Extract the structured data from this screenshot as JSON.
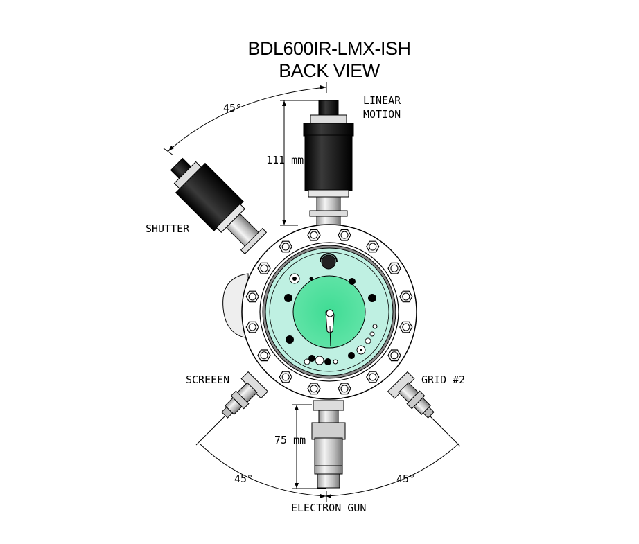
{
  "title": {
    "line1": "BDL600IR-LMX-ISH",
    "line2": "BACK VIEW"
  },
  "labels": {
    "linear_motion_line1": "LINEAR",
    "linear_motion_line2": "MOTION",
    "shutter": "SHUTTER",
    "screen": "SCREEEN",
    "grid": "GRID #2",
    "electron_gun": "ELECTRON GUN"
  },
  "dimensions": {
    "angle_top_left": "45°",
    "angle_bottom_left": "45°",
    "angle_bottom_right": "45°",
    "top_length": "111 mm",
    "bottom_length": "75 mm"
  },
  "colors": {
    "phosphor_screen": "#bff0e2",
    "phosphor_center": "#3fdc94",
    "flange_ring": "#ffffff",
    "actuator_body": "#111111",
    "tube_metal": "#d6d6d6",
    "outline": "#000000"
  }
}
